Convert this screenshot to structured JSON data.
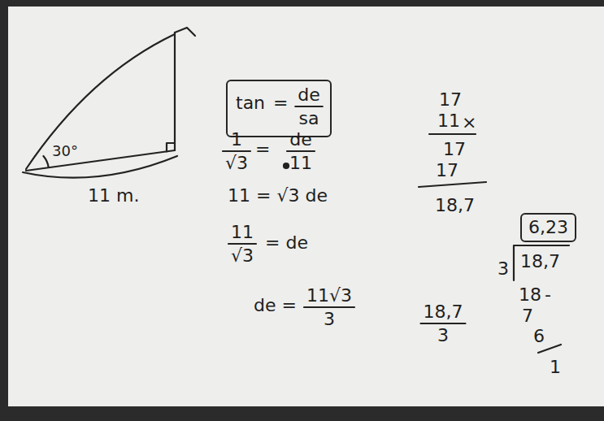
{
  "diagram": {
    "nodes": [
      {
        "text": [
          "tan",
          "=",
          "de",
          "sa"
        ]
      },
      {
        "text": [
          "6,23"
        ]
      }
    ],
    "labels": [
      "30°",
      "11 m.",
      "1",
      "√3",
      "=",
      "de",
      "11",
      "11 = √3 de",
      "11",
      "√3",
      "= de",
      "de =",
      "11√3",
      "3",
      "17",
      "11",
      "×",
      "17",
      "17",
      "18,7",
      "18,7",
      "3",
      "3",
      "18,7",
      "18",
      "-",
      "7",
      "6",
      "1"
    ]
  }
}
